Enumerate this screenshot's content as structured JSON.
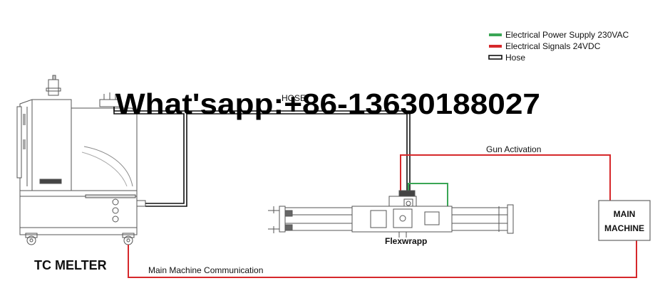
{
  "legend": {
    "items": [
      {
        "label": "Electrical Power Supply 230VAC",
        "color": "#3aa655",
        "style": "solid"
      },
      {
        "label": "Electrical Signals 24VDC",
        "color": "#d6282b",
        "style": "solid"
      },
      {
        "label": "Hose",
        "color": "#111111",
        "style": "double"
      }
    ]
  },
  "watermark": "What'sapp:+86-13630188027",
  "labels": {
    "hose": "HOSE",
    "gun_activation": "Gun Activation",
    "main_machine_line1": "MAIN",
    "main_machine_line2": "MACHINE",
    "flexwrapp": "Flexwrapp",
    "tc_melter": "TC MELTER",
    "main_comm": "Main Machine Communication"
  },
  "colors": {
    "power": "#3aa655",
    "signal": "#d6282b",
    "hose": "#111111",
    "outline": "#555555"
  }
}
